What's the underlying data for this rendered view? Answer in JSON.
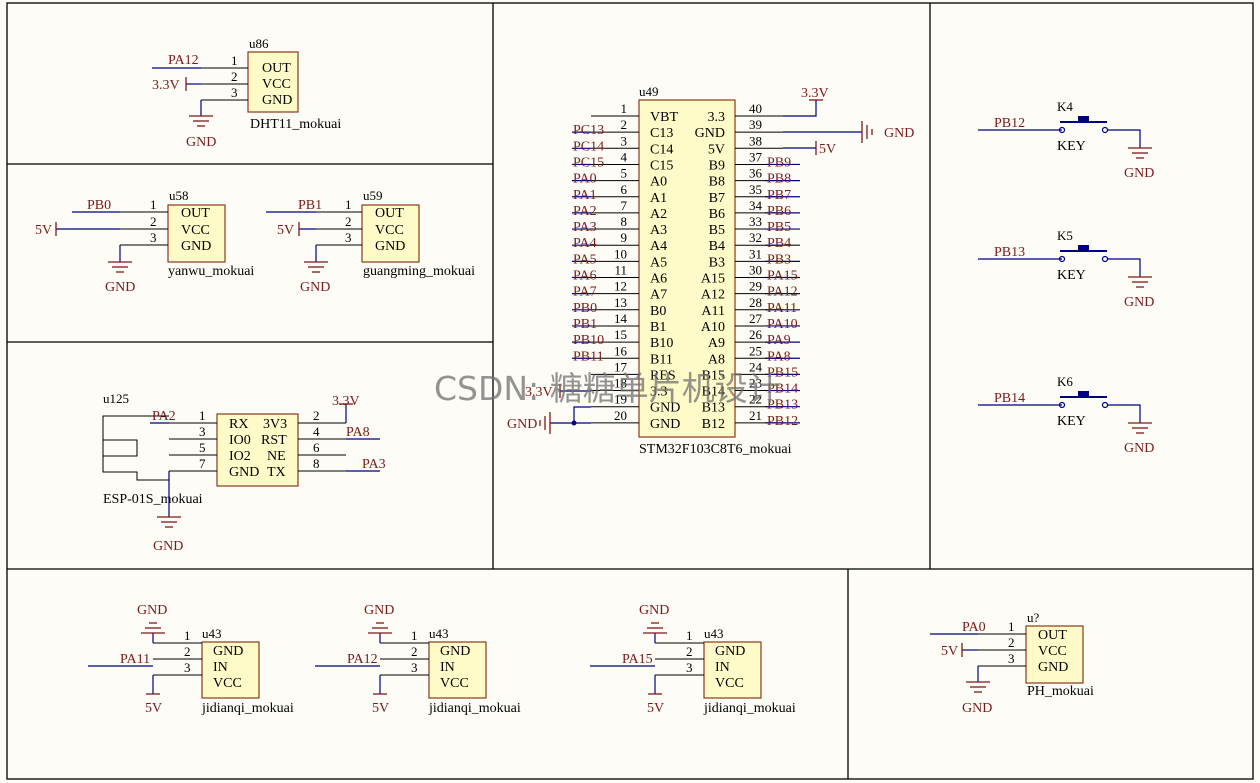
{
  "watermark": "CSDN: 糖糖单片机设计",
  "power_labels": {
    "gnd": "GND",
    "v33": "3.3V",
    "v5": "5V"
  },
  "modules": {
    "dht11": {
      "ref": "u86",
      "name": "DHT11_mokuai",
      "pins": [
        {
          "num": "1",
          "label": "OUT",
          "net": "PA12"
        },
        {
          "num": "2",
          "label": "VCC",
          "net": ""
        },
        {
          "num": "3",
          "label": "GND",
          "net": ""
        }
      ]
    },
    "yanwu": {
      "ref": "u58",
      "name": "yanwu_mokuai",
      "pins": [
        {
          "num": "1",
          "label": "OUT",
          "net": "PB0"
        },
        {
          "num": "2",
          "label": "VCC",
          "net": ""
        },
        {
          "num": "3",
          "label": "GND",
          "net": ""
        }
      ]
    },
    "guangming": {
      "ref": "u59",
      "name": "guangming_mokuai",
      "pins": [
        {
          "num": "1",
          "label": "OUT",
          "net": "PB1"
        },
        {
          "num": "2",
          "label": "VCC",
          "net": ""
        },
        {
          "num": "3",
          "label": "GND",
          "net": ""
        }
      ]
    },
    "esp": {
      "ref": "u125",
      "name": "ESP-01S_mokuai",
      "left": [
        {
          "num": "1",
          "label": "RX",
          "net": "PA2"
        },
        {
          "num": "3",
          "label": "IO0",
          "net": ""
        },
        {
          "num": "5",
          "label": "IO2",
          "net": ""
        },
        {
          "num": "7",
          "label": "GND",
          "net": ""
        }
      ],
      "right": [
        {
          "num": "2",
          "label": "3V3",
          "net": ""
        },
        {
          "num": "4",
          "label": "RST",
          "net": "PA8"
        },
        {
          "num": "6",
          "label": "NE",
          "net": ""
        },
        {
          "num": "8",
          "label": "TX",
          "net": "PA3"
        }
      ]
    },
    "stm32": {
      "ref": "u49",
      "name": "STM32F103C8T6_mokuai",
      "left": [
        {
          "num": "1",
          "label": "VBT",
          "net": ""
        },
        {
          "num": "2",
          "label": "C13",
          "net": "PC13"
        },
        {
          "num": "3",
          "label": "C14",
          "net": "PC14"
        },
        {
          "num": "4",
          "label": "C15",
          "net": "PC15"
        },
        {
          "num": "5",
          "label": "A0",
          "net": "PA0"
        },
        {
          "num": "6",
          "label": "A1",
          "net": "PA1"
        },
        {
          "num": "7",
          "label": "A2",
          "net": "PA2"
        },
        {
          "num": "8",
          "label": "A3",
          "net": "PA3"
        },
        {
          "num": "9",
          "label": "A4",
          "net": "PA4"
        },
        {
          "num": "10",
          "label": "A5",
          "net": "PA5"
        },
        {
          "num": "11",
          "label": "A6",
          "net": "PA6"
        },
        {
          "num": "12",
          "label": "A7",
          "net": "PA7"
        },
        {
          "num": "13",
          "label": "B0",
          "net": "PB0"
        },
        {
          "num": "14",
          "label": "B1",
          "net": "PB1"
        },
        {
          "num": "15",
          "label": "B10",
          "net": "PB10"
        },
        {
          "num": "16",
          "label": "B11",
          "net": "PB11"
        },
        {
          "num": "17",
          "label": "RES",
          "net": ""
        },
        {
          "num": "18",
          "label": "3.3",
          "net": ""
        },
        {
          "num": "19",
          "label": "GND",
          "net": ""
        },
        {
          "num": "20",
          "label": "GND",
          "net": ""
        }
      ],
      "right": [
        {
          "num": "40",
          "label": "3.3",
          "net": ""
        },
        {
          "num": "39",
          "label": "GND",
          "net": ""
        },
        {
          "num": "38",
          "label": "5V",
          "net": ""
        },
        {
          "num": "37",
          "label": "B9",
          "net": "PB9"
        },
        {
          "num": "36",
          "label": "B8",
          "net": "PB8"
        },
        {
          "num": "35",
          "label": "B7",
          "net": "PB7"
        },
        {
          "num": "34",
          "label": "B6",
          "net": "PB6"
        },
        {
          "num": "33",
          "label": "B5",
          "net": "PB5"
        },
        {
          "num": "32",
          "label": "B4",
          "net": "PB4"
        },
        {
          "num": "31",
          "label": "B3",
          "net": "PB3"
        },
        {
          "num": "30",
          "label": "A15",
          "net": "PA15"
        },
        {
          "num": "29",
          "label": "A12",
          "net": "PA12"
        },
        {
          "num": "28",
          "label": "A11",
          "net": "PA11"
        },
        {
          "num": "27",
          "label": "A10",
          "net": "PA10"
        },
        {
          "num": "26",
          "label": "A9",
          "net": "PA9"
        },
        {
          "num": "25",
          "label": "A8",
          "net": "PA8"
        },
        {
          "num": "24",
          "label": "B15",
          "net": "PB15"
        },
        {
          "num": "23",
          "label": "B14",
          "net": "PB14"
        },
        {
          "num": "22",
          "label": "B13",
          "net": "PB13"
        },
        {
          "num": "21",
          "label": "B12",
          "net": "PB12"
        }
      ]
    },
    "keys": [
      {
        "ref": "K4",
        "name": "KEY",
        "net": "PB12"
      },
      {
        "ref": "K5",
        "name": "KEY",
        "net": "PB13"
      },
      {
        "ref": "K6",
        "name": "KEY",
        "net": "PB14"
      }
    ],
    "relays": [
      {
        "ref": "u43",
        "name": "jidianqi_mokuai",
        "net": "PA11",
        "pins": [
          {
            "num": "1",
            "label": "GND"
          },
          {
            "num": "2",
            "label": "IN"
          },
          {
            "num": "3",
            "label": "VCC"
          }
        ]
      },
      {
        "ref": "u43",
        "name": "jidianqi_mokuai",
        "net": "PA12",
        "pins": [
          {
            "num": "1",
            "label": "GND"
          },
          {
            "num": "2",
            "label": "IN"
          },
          {
            "num": "3",
            "label": "VCC"
          }
        ]
      },
      {
        "ref": "u43",
        "name": "jidianqi_mokuai",
        "net": "PA15",
        "pins": [
          {
            "num": "1",
            "label": "GND"
          },
          {
            "num": "2",
            "label": "IN"
          },
          {
            "num": "3",
            "label": "VCC"
          }
        ]
      }
    ],
    "ph": {
      "ref": "u?",
      "name": "PH_mokuai",
      "pins": [
        {
          "num": "1",
          "label": "OUT",
          "net": "PA0"
        },
        {
          "num": "2",
          "label": "VCC",
          "net": ""
        },
        {
          "num": "3",
          "label": "GND",
          "net": ""
        }
      ]
    }
  }
}
